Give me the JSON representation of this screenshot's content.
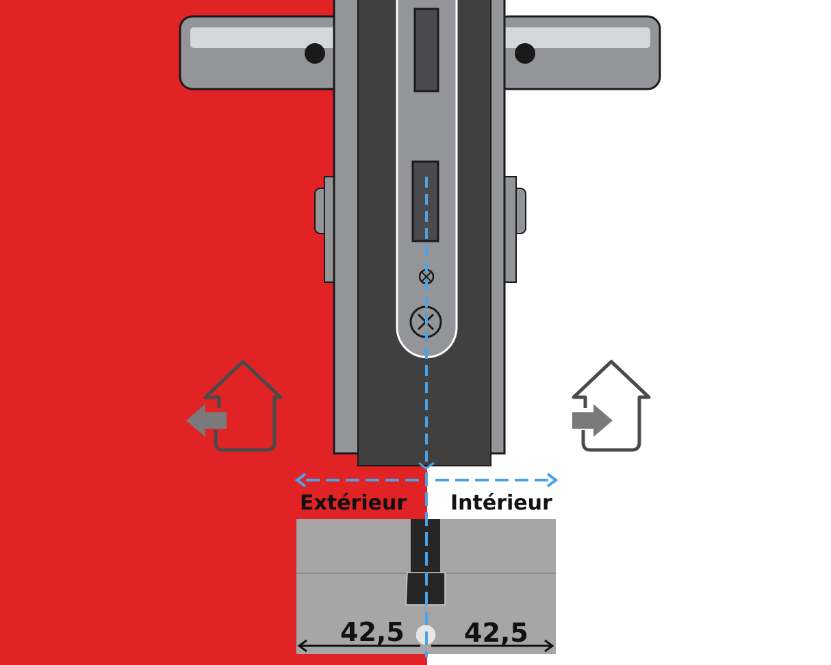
{
  "labels": {
    "exterior": "Extérieur",
    "interior": "Intérieur"
  },
  "dimensions": {
    "exterior_length": "42,5",
    "interior_length": "42,5"
  },
  "icons": {
    "exit_house": "house-arrow-out-icon",
    "enter_house": "house-arrow-in-icon"
  },
  "colors": {
    "exterior_bg": "#e12325",
    "interior_bg": "#ffffff",
    "metal": "#939598",
    "dark": "#404040",
    "guide_line": "#4aa3e8",
    "cylinder": "#a6a6a6"
  }
}
